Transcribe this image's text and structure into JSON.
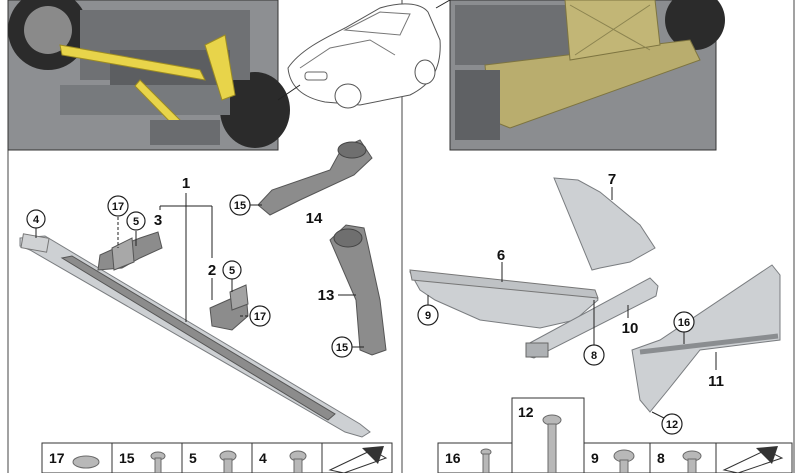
{
  "parts": [
    {
      "no": "1"
    },
    {
      "no": "2"
    },
    {
      "no": "3"
    },
    {
      "no": "4"
    },
    {
      "no": "5"
    },
    {
      "no": "5"
    },
    {
      "no": "6"
    },
    {
      "no": "7"
    },
    {
      "no": "8"
    },
    {
      "no": "9"
    },
    {
      "no": "10"
    },
    {
      "no": "11"
    },
    {
      "no": "12"
    },
    {
      "no": "13"
    },
    {
      "no": "14"
    },
    {
      "no": "15"
    },
    {
      "no": "15"
    },
    {
      "no": "16"
    },
    {
      "no": "17"
    },
    {
      "no": "17"
    }
  ],
  "labels": {
    "p1": "1",
    "p2": "2",
    "p3": "3",
    "p4": "4",
    "p5a": "5",
    "p5b": "5",
    "p6": "6",
    "p7": "7",
    "p8": "8",
    "p9": "9",
    "p10": "10",
    "p11": "11",
    "p12": "12",
    "p13": "13",
    "p14": "14",
    "p15a": "15",
    "p15b": "15",
    "p16": "16",
    "p17a": "17",
    "p17b": "17"
  },
  "tray": {
    "left": [
      "17",
      "15",
      "5",
      "4"
    ],
    "right": [
      "16",
      "12",
      "9",
      "8"
    ]
  },
  "colors": {
    "highlight_yellow": "#e8d44a",
    "panel_olive": "#b9ad6e",
    "part_gray": "#b8b8b8"
  }
}
